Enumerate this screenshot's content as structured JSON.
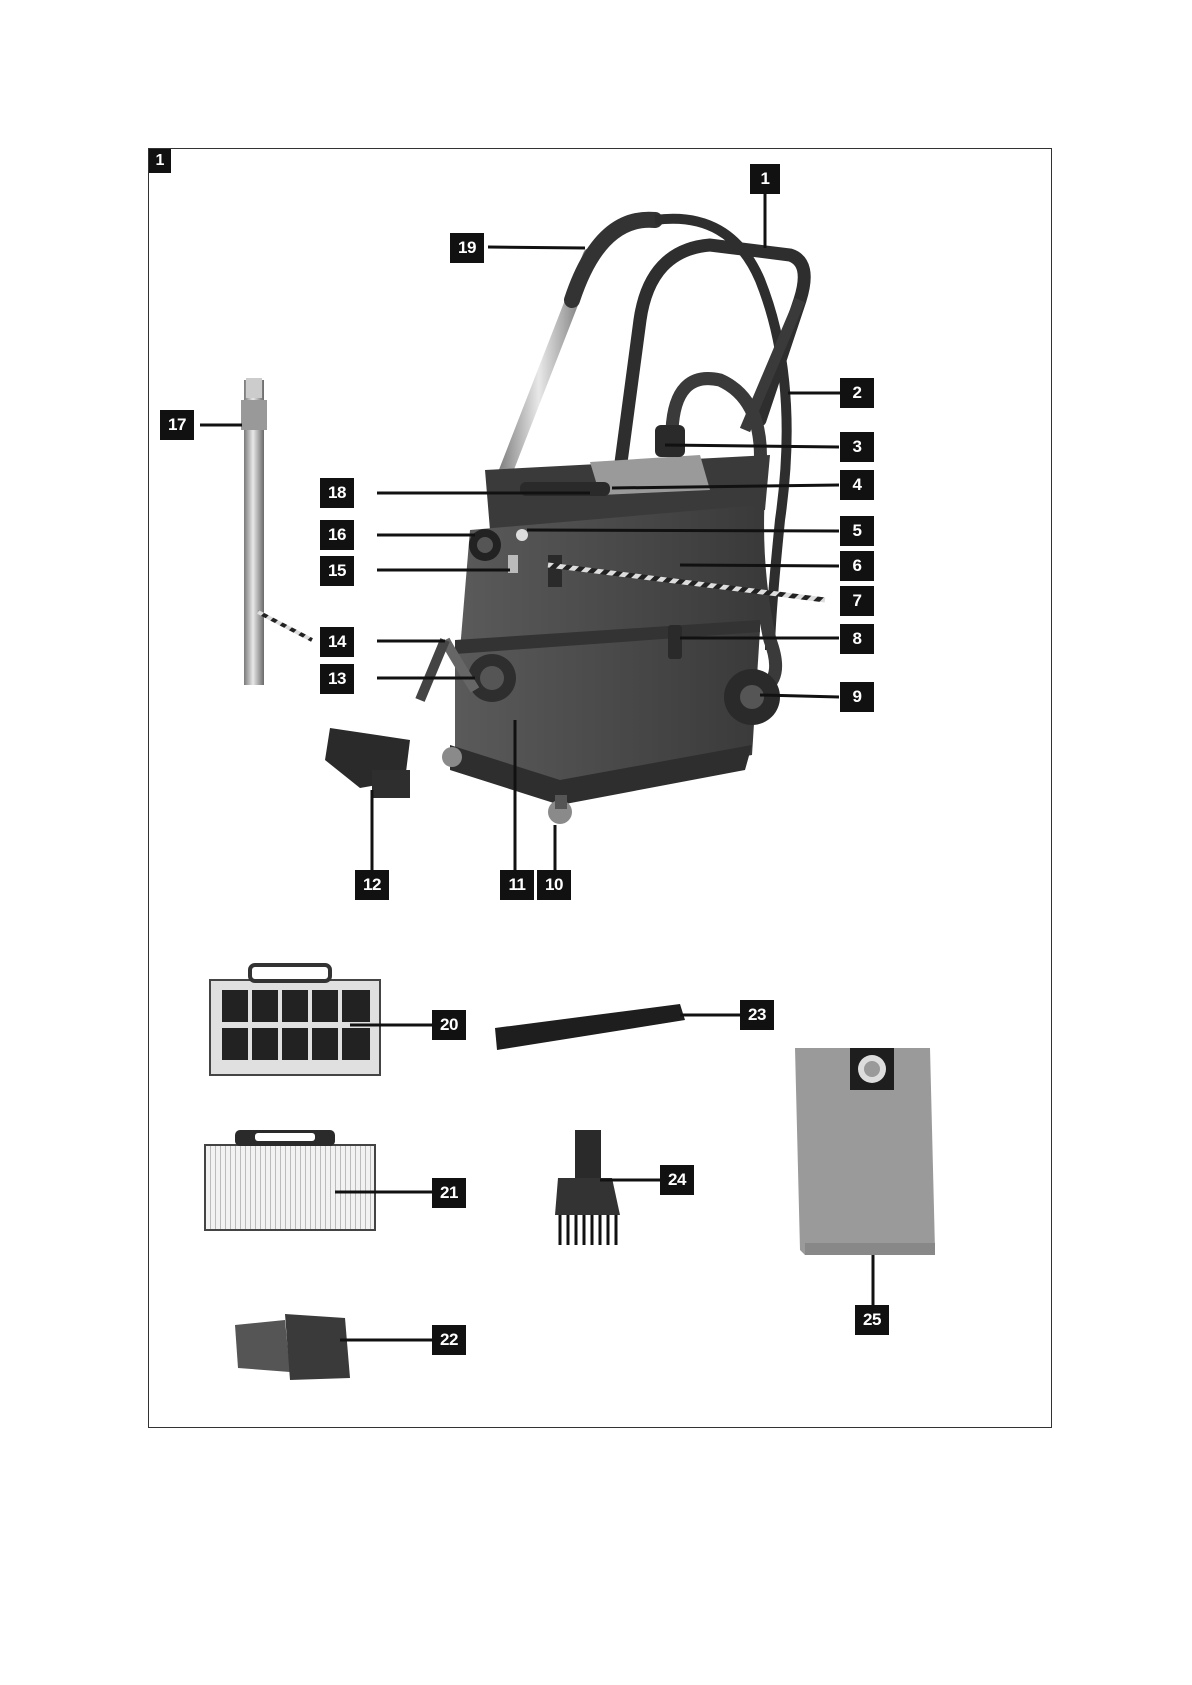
{
  "figure": {
    "number": "1"
  },
  "callouts": [
    {
      "id": "c1",
      "label": "1",
      "part": "handle"
    },
    {
      "id": "c2",
      "label": "2",
      "part": "suction hose"
    },
    {
      "id": "c3",
      "label": "3",
      "part": "hose connection"
    },
    {
      "id": "c4",
      "label": "4",
      "part": "filter housing"
    },
    {
      "id": "c5",
      "label": "5",
      "part": "switch"
    },
    {
      "id": "c6",
      "label": "6",
      "part": "socket"
    },
    {
      "id": "c7",
      "label": "7",
      "part": "power cable"
    },
    {
      "id": "c8",
      "label": "8",
      "part": "latch"
    },
    {
      "id": "c9",
      "label": "9",
      "part": "rear wheel"
    },
    {
      "id": "c10",
      "label": "10",
      "part": "castor"
    },
    {
      "id": "c11",
      "label": "11",
      "part": "container"
    },
    {
      "id": "c12",
      "label": "12",
      "part": "floor nozzle"
    },
    {
      "id": "c13",
      "label": "13",
      "part": "suction connection"
    },
    {
      "id": "c14",
      "label": "14",
      "part": "suction tube"
    },
    {
      "id": "c15",
      "label": "15",
      "part": "control"
    },
    {
      "id": "c16",
      "label": "16",
      "part": "blow connection"
    },
    {
      "id": "c17",
      "label": "17",
      "part": "extension tube"
    },
    {
      "id": "c18",
      "label": "18",
      "part": "carry handle"
    },
    {
      "id": "c19",
      "label": "19",
      "part": "hose holder"
    },
    {
      "id": "c20",
      "label": "20",
      "part": "carbon filter"
    },
    {
      "id": "c21",
      "label": "21",
      "part": "fine filter"
    },
    {
      "id": "c22",
      "label": "22",
      "part": "adapter"
    },
    {
      "id": "c23",
      "label": "23",
      "part": "crevice nozzle"
    },
    {
      "id": "c24",
      "label": "24",
      "part": "brush nozzle"
    },
    {
      "id": "c25",
      "label": "25",
      "part": "dust bag"
    }
  ],
  "colors": {
    "body": "#4a4a4a",
    "body_dark": "#2e2e2e",
    "metal": "#b8b8b8",
    "callout_bg": "#111111",
    "callout_text": "#ffffff"
  }
}
